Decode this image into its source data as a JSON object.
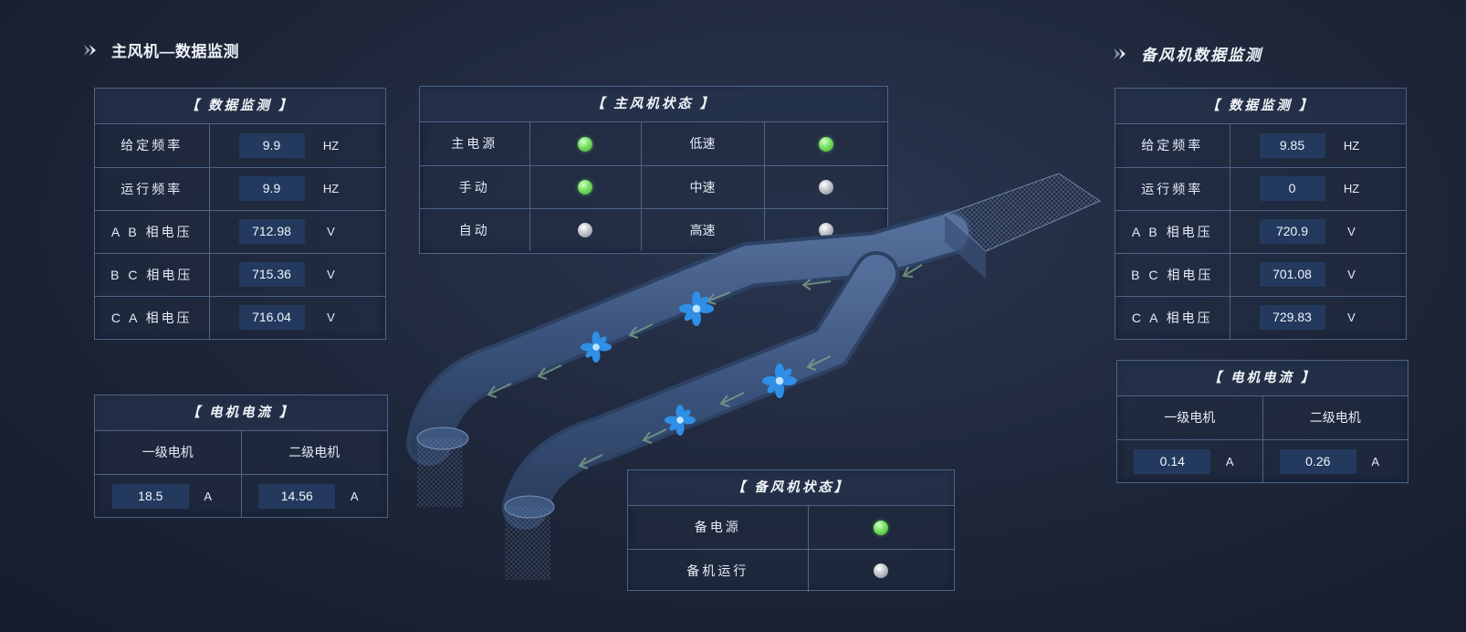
{
  "main_title": "主风机—数据监测",
  "backup_title": "备风机数据监测",
  "main_data": {
    "header": "【 数据监测 】",
    "rows": [
      {
        "label": "给定频率",
        "value": "9.9",
        "unit": "HZ"
      },
      {
        "label": "运行频率",
        "value": "9.9",
        "unit": "HZ"
      },
      {
        "label": "A B 相电压",
        "value": "712.98",
        "unit": "V"
      },
      {
        "label": "B C 相电压",
        "value": "715.36",
        "unit": "V"
      },
      {
        "label": "C A 相电压",
        "value": "716.04",
        "unit": "V"
      }
    ]
  },
  "main_current": {
    "header": "【 电机电流 】",
    "col1": "一级电机",
    "col2": "二级电机",
    "val1": "18.5",
    "unit1": "A",
    "val2": "14.56",
    "unit2": "A"
  },
  "main_status": {
    "header": "【 主风机状态 】",
    "rows": [
      {
        "l1": "主电源",
        "s1": "on",
        "l2": "低速",
        "s2": "on"
      },
      {
        "l1": "手动",
        "s1": "on",
        "l2": "中速",
        "s2": "off"
      },
      {
        "l1": "自动",
        "s1": "off",
        "l2": "高速",
        "s2": "off"
      }
    ]
  },
  "backup_status": {
    "header": "【 备风机状态】",
    "rows": [
      {
        "label": "备电源",
        "state": "on"
      },
      {
        "label": "备机运行",
        "state": "off"
      }
    ]
  },
  "backup_data": {
    "header": "【 数据监测 】",
    "rows": [
      {
        "label": "给定频率",
        "value": "9.85",
        "unit": "HZ"
      },
      {
        "label": "运行频率",
        "value": "0",
        "unit": "HZ"
      },
      {
        "label": "A B 相电压",
        "value": "720.9",
        "unit": "V"
      },
      {
        "label": "B C 相电压",
        "value": "701.08",
        "unit": "V"
      },
      {
        "label": "C A 相电压",
        "value": "729.83",
        "unit": "V"
      }
    ]
  },
  "backup_current": {
    "header": "【 电机电流 】",
    "col1": "一级电机",
    "col2": "二级电机",
    "val1": "0.14",
    "unit1": "A",
    "val2": "0.26",
    "unit2": "A"
  },
  "colors": {
    "background": "#1d2538",
    "border": "#4d6587",
    "value_box": "#233a5e",
    "indicator_on": "#7ee36a",
    "indicator_off": "#c8ccd2",
    "fan": "#2f8fe6",
    "pipe": "#46608a"
  }
}
